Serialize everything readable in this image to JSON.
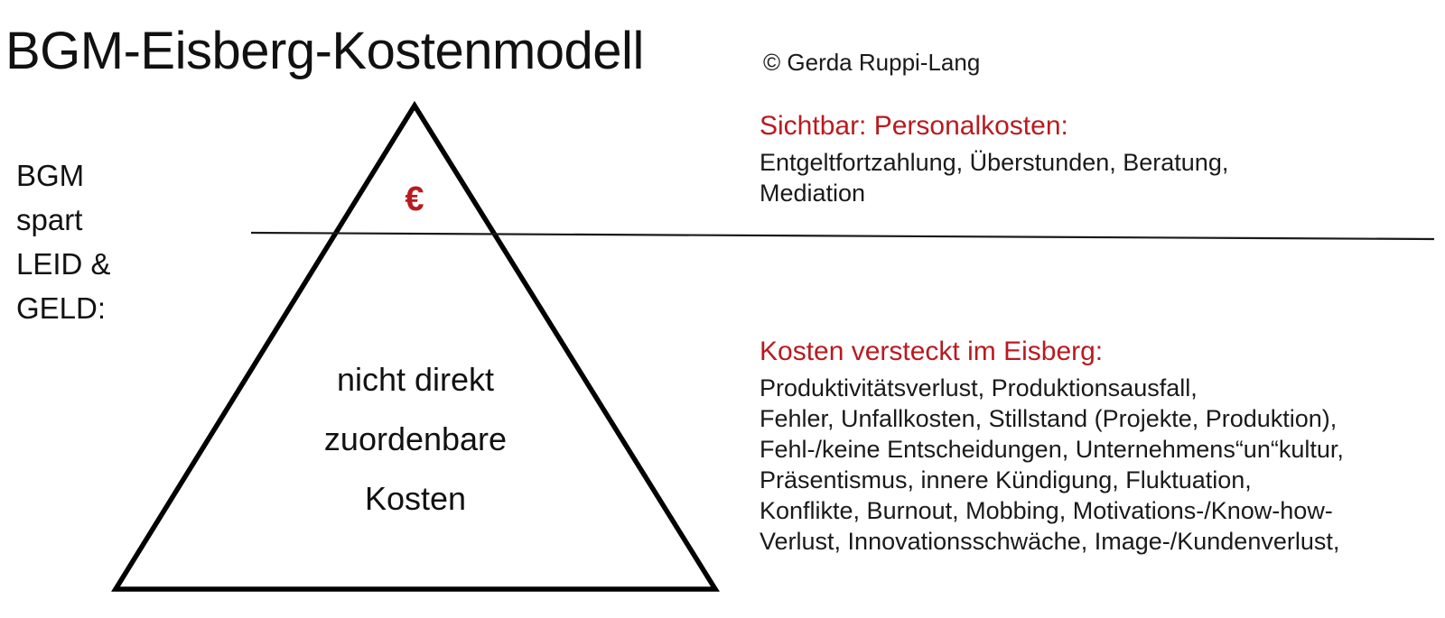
{
  "slide": {
    "title": "BGM-Eisberg-Kostenmodell",
    "copyright": "© Gerda Ruppi-Lang"
  },
  "left_label": {
    "lines": [
      "BGM",
      "spart",
      "LEID &",
      "GELD:"
    ]
  },
  "diagram": {
    "currency_symbol": "€",
    "triangle_caption_lines": [
      "nicht direkt",
      "zuordenbare",
      "Kosten"
    ],
    "waterline_name": "waterline"
  },
  "visible_costs": {
    "heading": "Sichtbar: Personalkosten:",
    "lines": [
      "Entgeltfortzahlung, Überstunden, Beratung,",
      "Mediation"
    ]
  },
  "hidden_costs": {
    "heading": "Kosten versteckt im Eisberg:",
    "lines": [
      "Produktivitätsverlust, Produktionsausfall,",
      "Fehler, Unfallkosten, Stillstand (Projekte, Produktion),",
      "Fehl-/keine Entscheidungen, Unternehmens“un“kultur,",
      "Präsentismus, innere Kündigung, Fluktuation,",
      "Konflikte, Burnout, Mobbing, Motivations-/Know-how-",
      "Verlust, Innovationsschwäche, Image-/Kundenverlust,"
    ]
  },
  "colors": {
    "accent_red": "#b81b20",
    "text_black": "#111111",
    "line_black": "#000000",
    "background": "#ffffff"
  }
}
